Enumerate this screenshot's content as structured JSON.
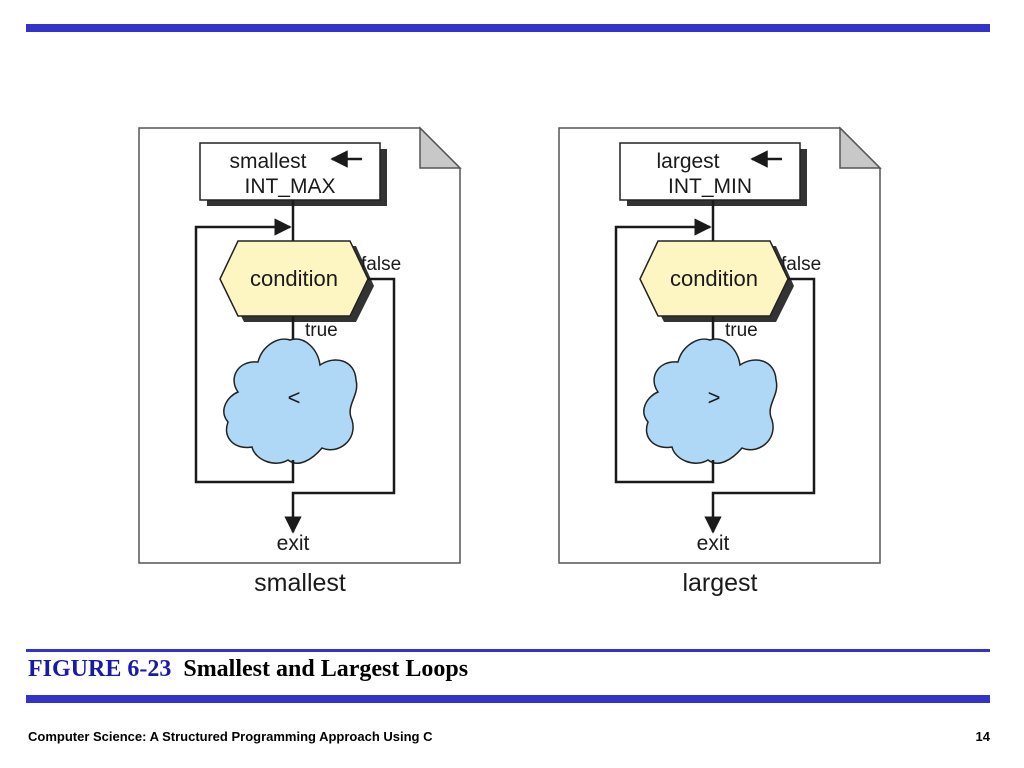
{
  "diagrams": [
    {
      "init_label_line1": "smallest",
      "init_label_line2": "INT_MAX",
      "condition_label": "condition",
      "false_label": "false",
      "true_label": "true",
      "body_label": "<",
      "exit_label": "exit",
      "caption": "smallest"
    },
    {
      "init_label_line1": "largest",
      "init_label_line2": "INT_MIN",
      "condition_label": "condition",
      "false_label": "false",
      "true_label": "true",
      "body_label": ">",
      "exit_label": "exit",
      "caption": "largest"
    }
  ],
  "figure": {
    "number": "FIGURE 6-23",
    "title": "Smallest and Largest Loops"
  },
  "footer": {
    "book_title": "Computer Science: A Structured Programming Approach Using C",
    "page_number": "14"
  },
  "colors": {
    "rule": "#3333cc",
    "figure_number": "#1a1aa8",
    "condition_fill": "#fdf6c3",
    "body_fill": "#aed8f5"
  }
}
